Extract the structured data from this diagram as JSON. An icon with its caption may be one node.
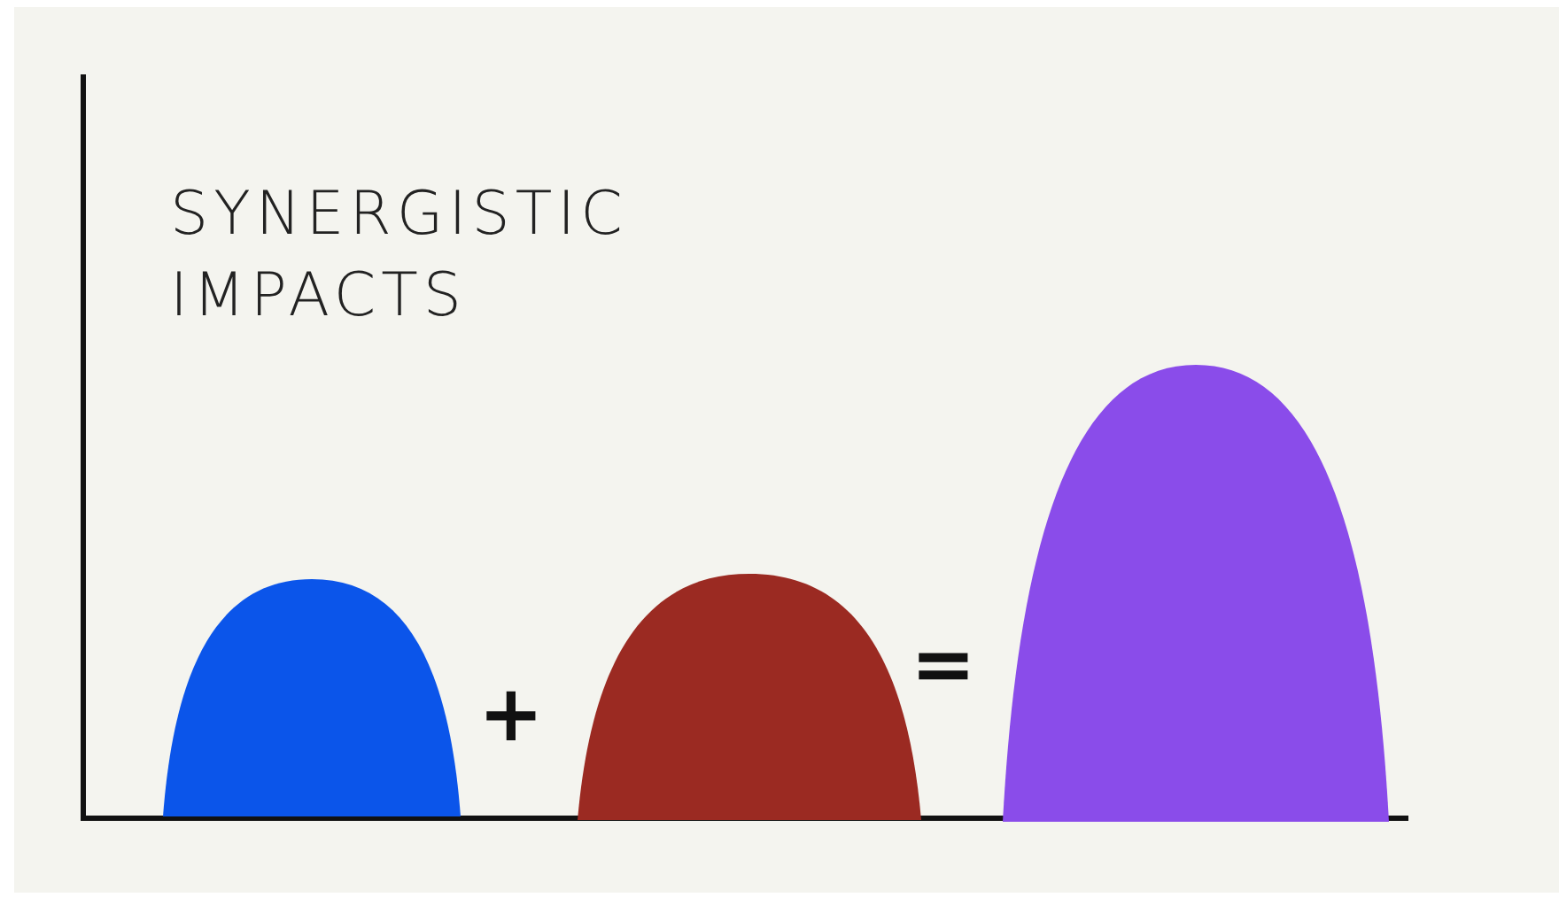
{
  "diagram": {
    "title": "SYNERGISTIC IMPACTS",
    "nodes": [
      {
        "text": [],
        "shape": "blob"
      },
      {
        "text": [],
        "shape": "blob"
      },
      {
        "text": [],
        "shape": "blob"
      }
    ],
    "labels": [
      "+",
      "="
    ]
  }
}
